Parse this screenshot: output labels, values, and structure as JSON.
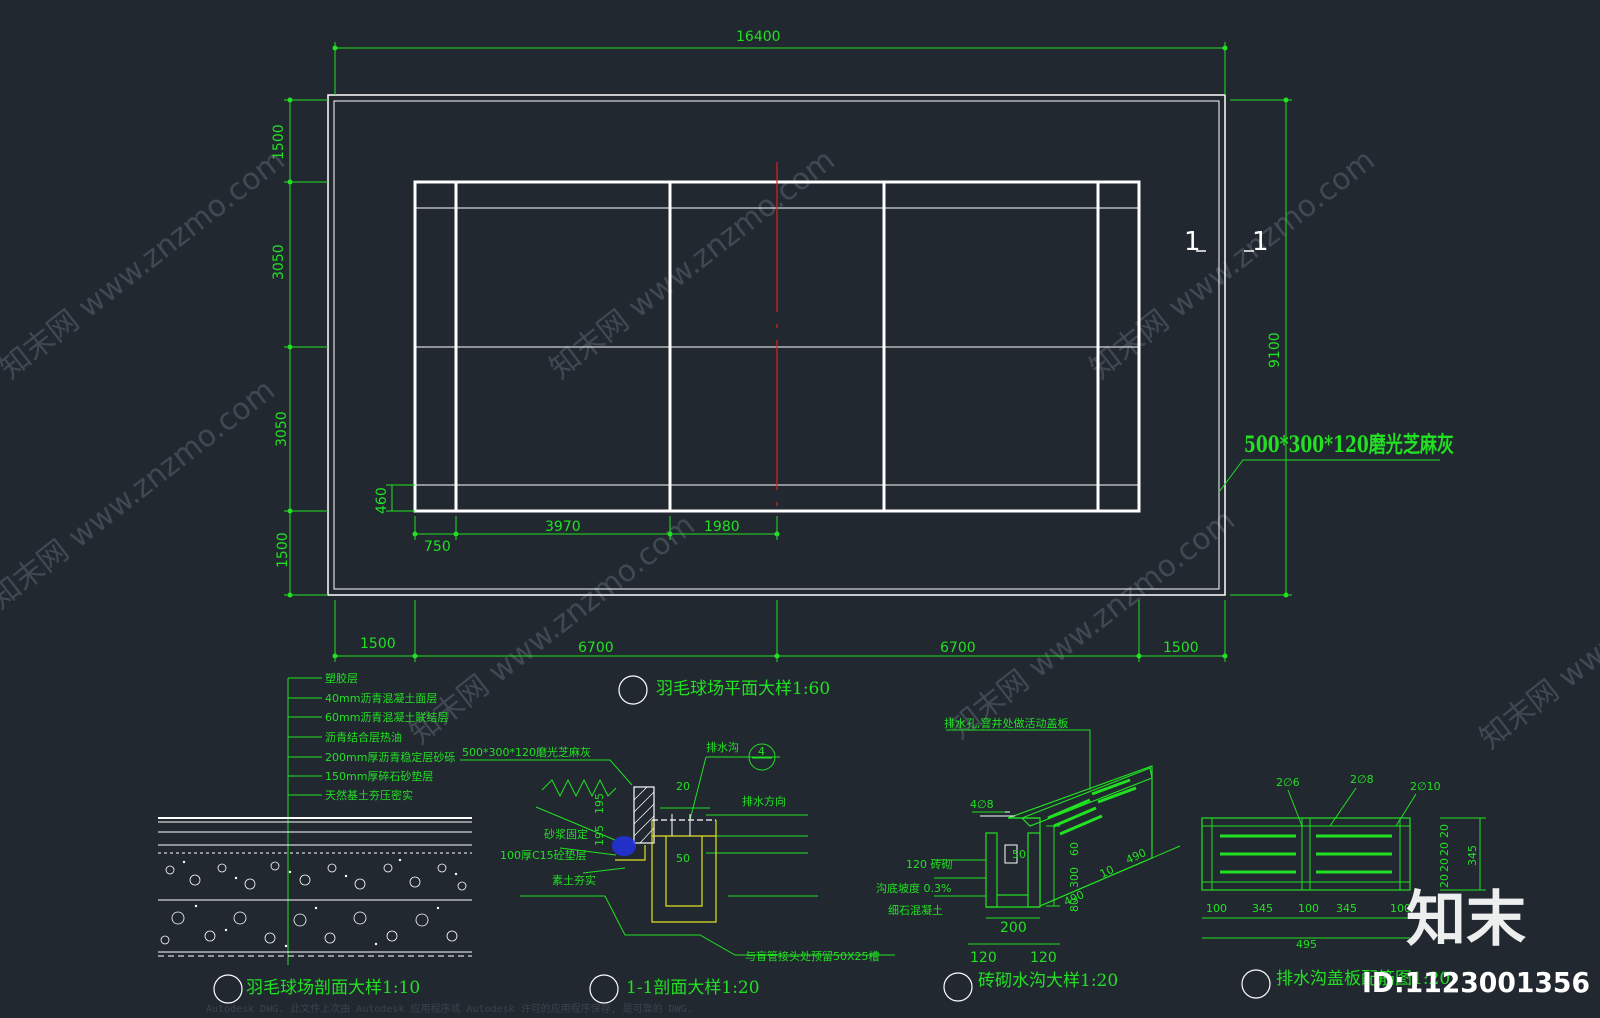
{
  "plan": {
    "dims_top": "16400",
    "dims_left": [
      "1500",
      "3050",
      "3050",
      "1500"
    ],
    "dim_right": "9100",
    "dims_bottom": [
      "1500",
      "6700",
      "6700",
      "1500"
    ],
    "dims_inner": [
      "750",
      "3970",
      "1980"
    ],
    "dim_460": "460",
    "section_marks": [
      "1",
      "1"
    ],
    "material_label": "500*300*120磨光芝麻灰",
    "title": "羽毛球场平面大样1:60"
  },
  "section_detail": {
    "layers": [
      "塑胶层",
      "40mm沥青混凝土面层",
      "60mm沥青混凝土联结层",
      "沥青结合层热油",
      "200mm厚沥青稳定层砂砾",
      "150mm厚碎石砂垫层",
      "天然基土夯压密实"
    ],
    "title": "羽毛球场剖面大样1:10"
  },
  "section_11": {
    "labels": [
      "500*300*120磨光芝麻灰",
      "排水沟",
      "排水方向",
      "砂浆固定",
      "100厚C15砼垫层",
      "素土夯实",
      "与盲管接头处预留50X25槽"
    ],
    "ref_num": "4",
    "dims": [
      "20",
      "195",
      "195",
      "50"
    ],
    "title": "1-1剖面大样1:20"
  },
  "ditch": {
    "labels": [
      "排水孔,窨井处做活动盖板",
      "4∅8",
      "120 砖砌",
      "沟底坡度 0.3%",
      "细石混凝土"
    ],
    "dims": [
      "60",
      "50",
      "300",
      "80",
      "490",
      "10",
      "490",
      "200",
      "120",
      "120"
    ],
    "title": "砖砌水沟大样1:20"
  },
  "cover": {
    "labels": [
      "2∅6",
      "2∅8",
      "2∅10"
    ],
    "dims_bottom": [
      "100",
      "345",
      "100",
      "345",
      "100"
    ],
    "dim_total": "495",
    "dims_right": [
      "20",
      "20",
      "20",
      "20",
      "345"
    ],
    "title": "排水沟盖板配筋图1:20"
  },
  "watermarks": [
    "知末网 www.znzmo.com"
  ],
  "brand": {
    "logo": "知末",
    "id": "ID:1123001356"
  },
  "footer": "Autodesk DWG. 此文件上次由 Autodesk 应用程序或 Autodesk 许可的应用程序保存, 是可靠的 DWG."
}
